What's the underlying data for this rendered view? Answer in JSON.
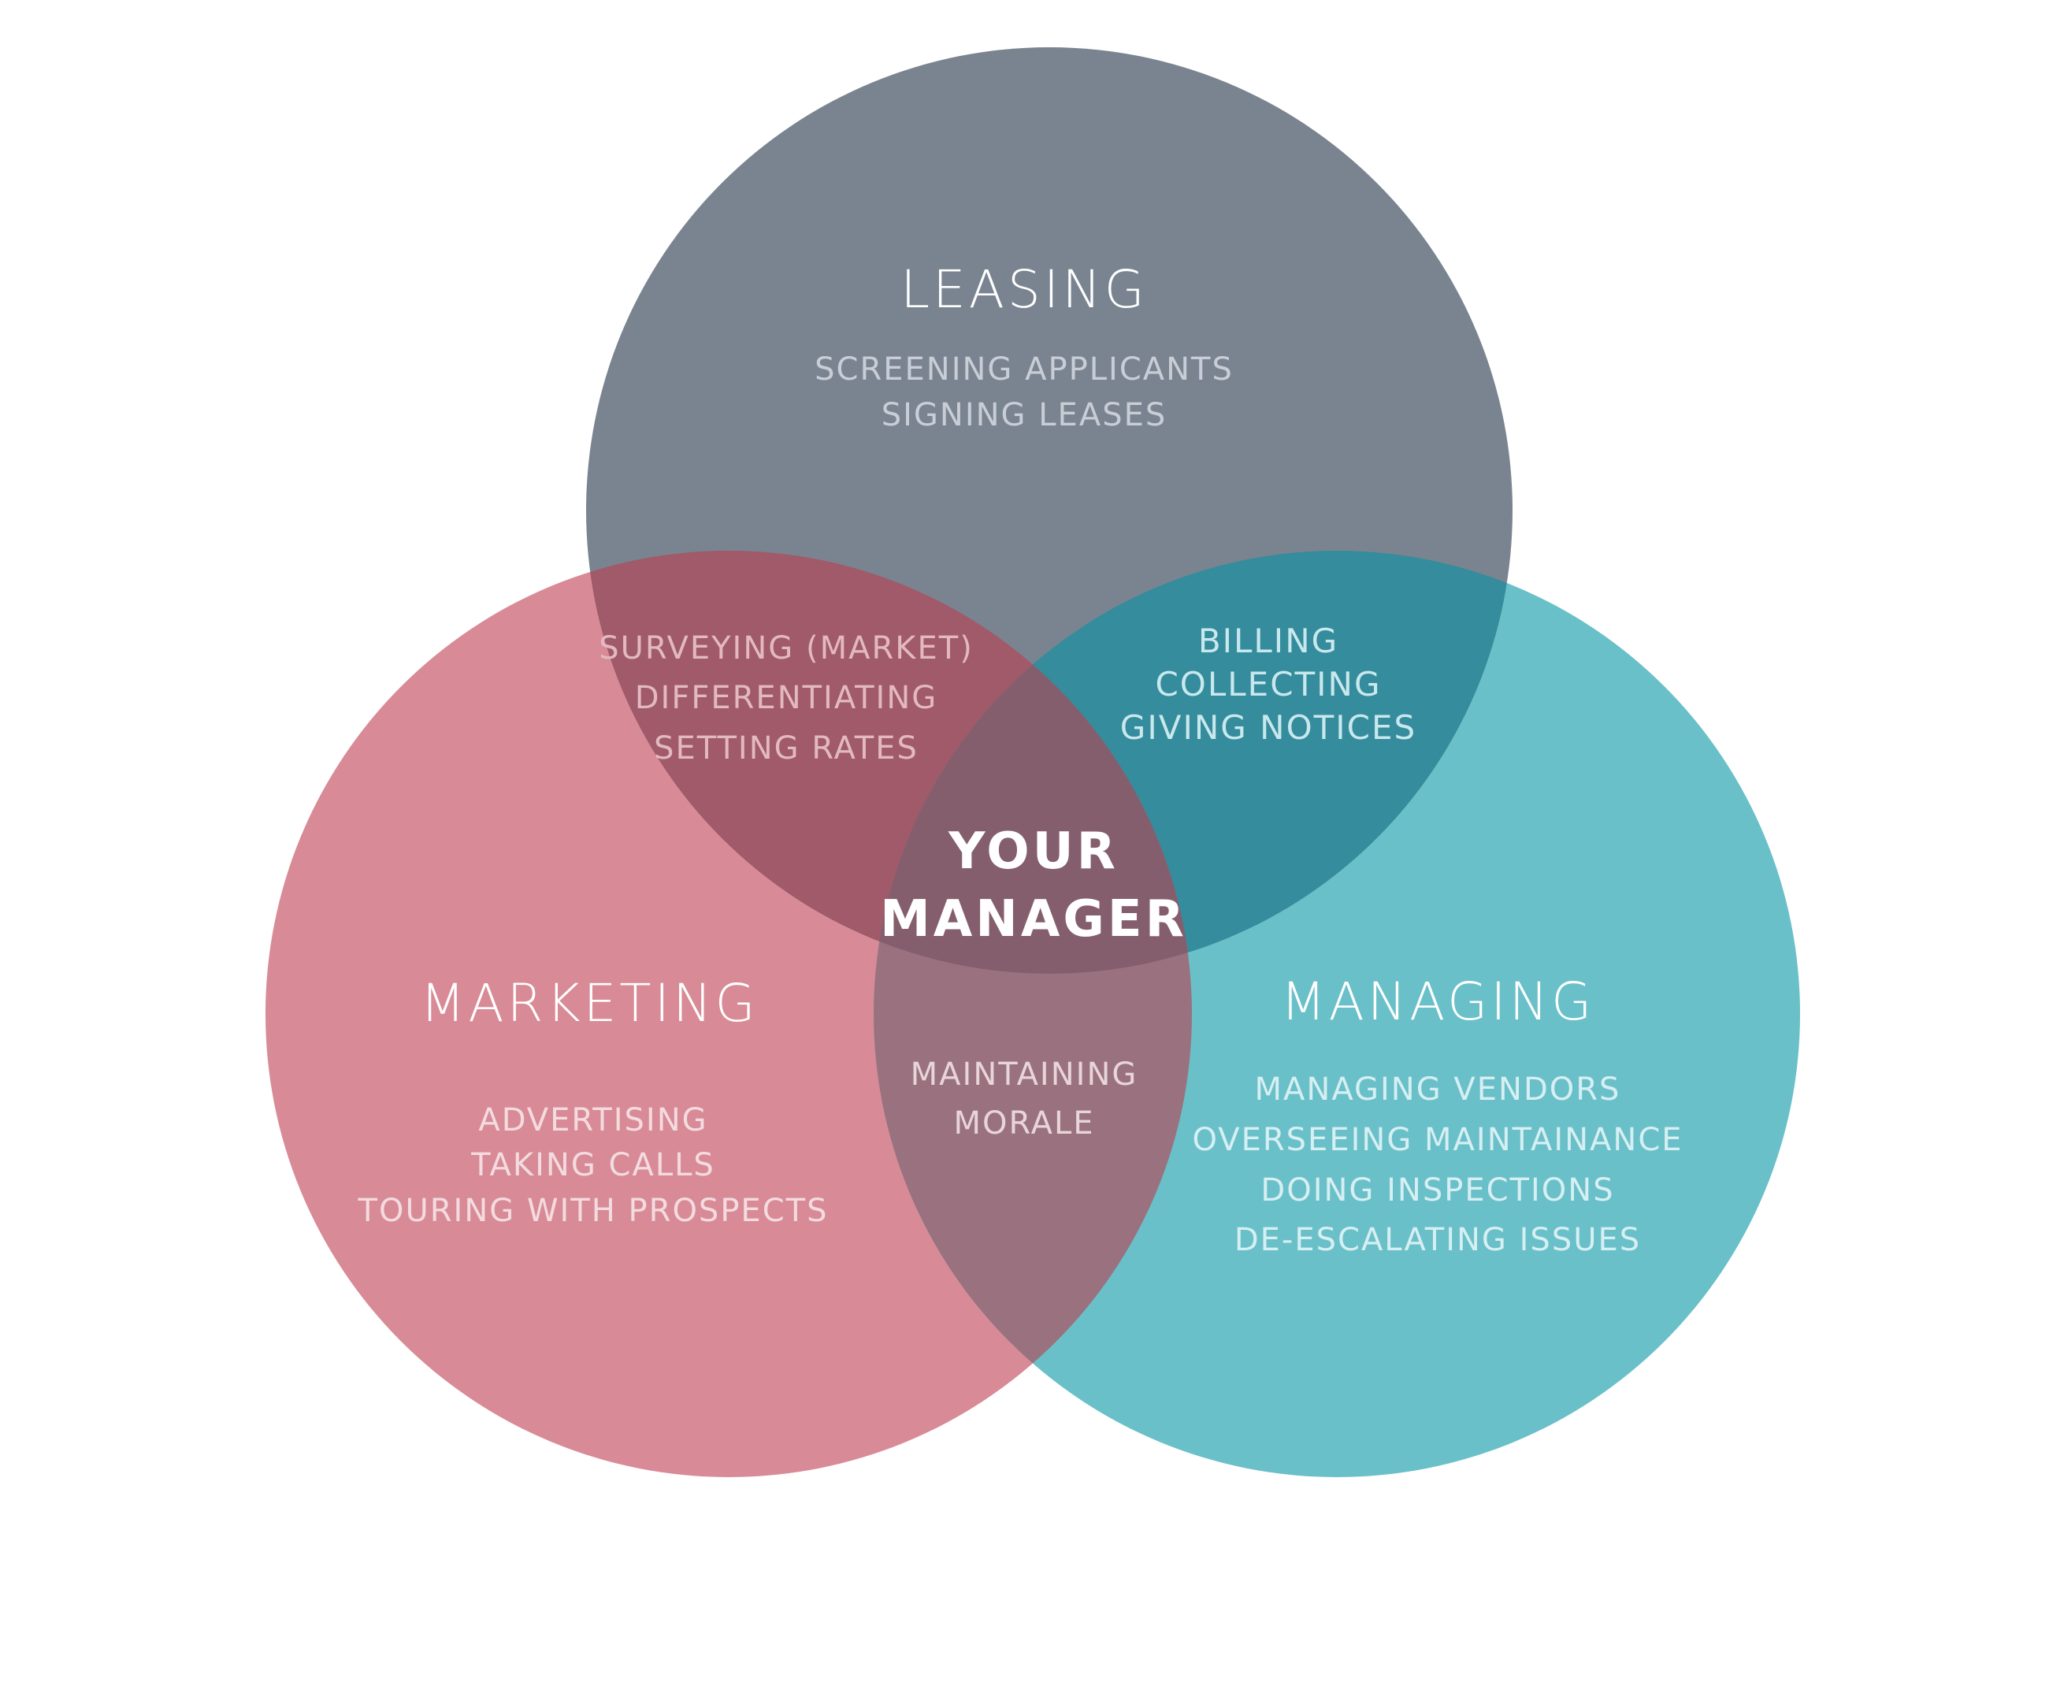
{
  "circles": {
    "leasing": {
      "title": "LEASING",
      "items": [
        "SCREENING APPLICANTS",
        "SIGNING LEASES"
      ],
      "color": "#7a8490"
    },
    "marketing": {
      "title": "MARKETING",
      "items": [
        "ADVERTISING",
        "TAKING CALLS",
        "TOURING WITH PROSPECTS"
      ],
      "color": "#d88b96"
    },
    "managing": {
      "title": "MANAGING",
      "items": [
        "MANAGING VENDORS",
        "OVERSEEING MAINTAINANCE",
        "DOING INSPECTIONS",
        "DE-ESCALATING ISSUES"
      ],
      "color": "#6ac0c9"
    }
  },
  "overlaps": {
    "leasing_marketing": {
      "items": [
        "SURVEYING (MARKET)",
        "DIFFERENTIATING",
        "SETTING RATES"
      ],
      "color": "#a05a69"
    },
    "leasing_managing": {
      "items": [
        "BILLING",
        "COLLECTING",
        "GIVING NOTICES"
      ],
      "color": "#348c9c"
    },
    "marketing_managing": {
      "items": [
        "MAINTAINING",
        "MORALE"
      ],
      "color": "#9a727f"
    }
  },
  "center": {
    "lines": [
      "YOUR",
      "MANAGER"
    ],
    "color": "#855e6e"
  },
  "text_colors": {
    "leasing": "#c9ced6",
    "marketing": "#f3dbe0",
    "managing": "#d6eff2",
    "leasing_marketing": "#e3b9c1",
    "leasing_managing": "#c9e8ed",
    "marketing_managing": "#e8d5da"
  }
}
